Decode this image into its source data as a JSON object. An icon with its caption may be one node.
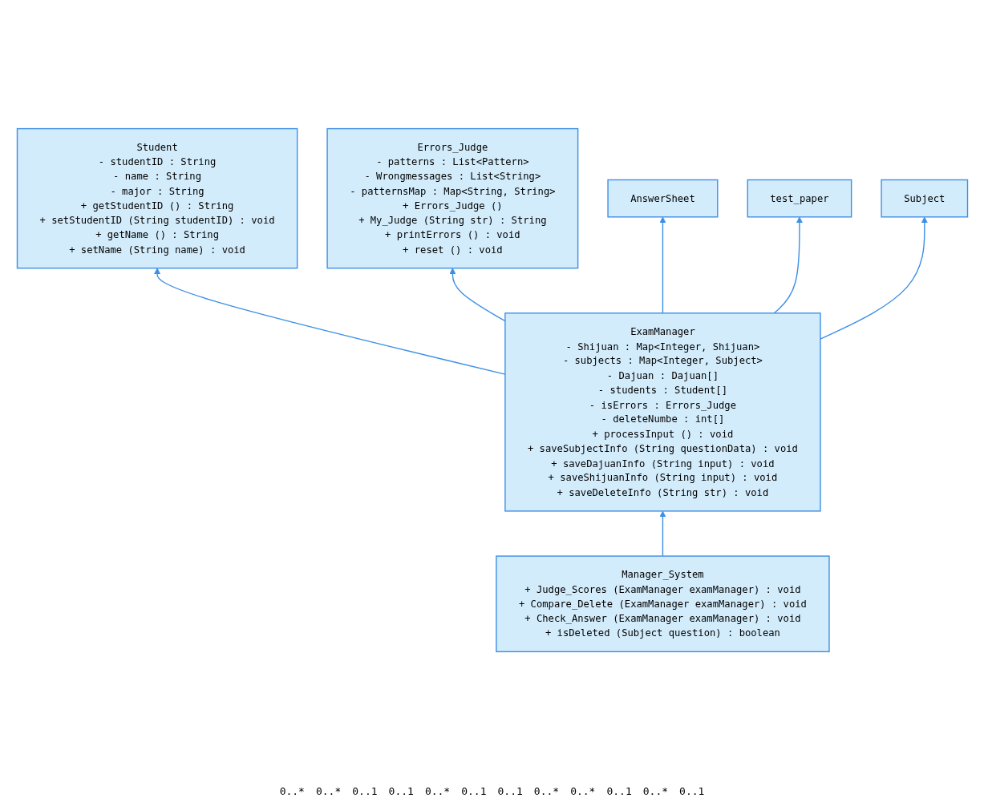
{
  "diagram": {
    "nodes": [
      {
        "text": [
          "Student",
          "- studentID : String",
          "- name : String",
          "- major : String",
          "+ getStudentID () : String",
          "+ setStudentID (String studentID) : void",
          "+ getName () : String",
          "+ setName (String name) : void"
        ]
      },
      {
        "text": [
          "Errors_Judge",
          "- patterns : List<Pattern>",
          "- Wrongmessages : List<String>",
          "- patternsMap : Map<String, String>",
          "+ Errors_Judge ()",
          "+ My_Judge (String str) : String",
          "+ printErrors () : void",
          "+ reset () : void"
        ]
      },
      {
        "text": [
          "ExamManager",
          "- Shijuan : Map<Integer, Shijuan>",
          "- subjects : Map<Integer, Subject>",
          "- Dajuan : Dajuan[]",
          "- students : Student[]",
          "- isErrors : Errors_Judge",
          "- deleteNumbe : int[]",
          "+ processInput () : void",
          "+ saveSubjectInfo (String questionData) : void",
          "+ saveDajuanInfo (String input) : void",
          "+ saveShijuanInfo (String input) : void",
          "+ saveDeleteInfo (String str) : void"
        ]
      },
      {
        "text": [
          "AnswerSheet"
        ]
      },
      {
        "text": [
          "test_paper"
        ]
      },
      {
        "text": [
          "Subject"
        ]
      },
      {
        "text": [
          "Manager_System",
          "+ Judge_Scores (ExamManager examManager) : void",
          "+ Compare_Delete (ExamManager examManager) : void",
          "+ Check_Answer (ExamManager examManager) : void",
          "+ isDeleted (Subject question) : boolean"
        ]
      }
    ],
    "edges": [
      {
        "from": 2,
        "to": 0,
        "arrow": "to"
      },
      {
        "from": 2,
        "to": 1,
        "arrow": "to"
      },
      {
        "from": 2,
        "to": 3,
        "arrow": "to"
      },
      {
        "from": 2,
        "to": 4,
        "arrow": "to"
      },
      {
        "from": 2,
        "to": 5,
        "arrow": "to"
      },
      {
        "from": 6,
        "to": 2,
        "arrow": "to"
      }
    ],
    "labels": [
      "0..*",
      "0..*",
      "0..1",
      "0..1",
      "0..*",
      "0..1",
      "0..1",
      "0..*",
      "0..*",
      "0..1",
      "0..*",
      "0..1"
    ]
  }
}
